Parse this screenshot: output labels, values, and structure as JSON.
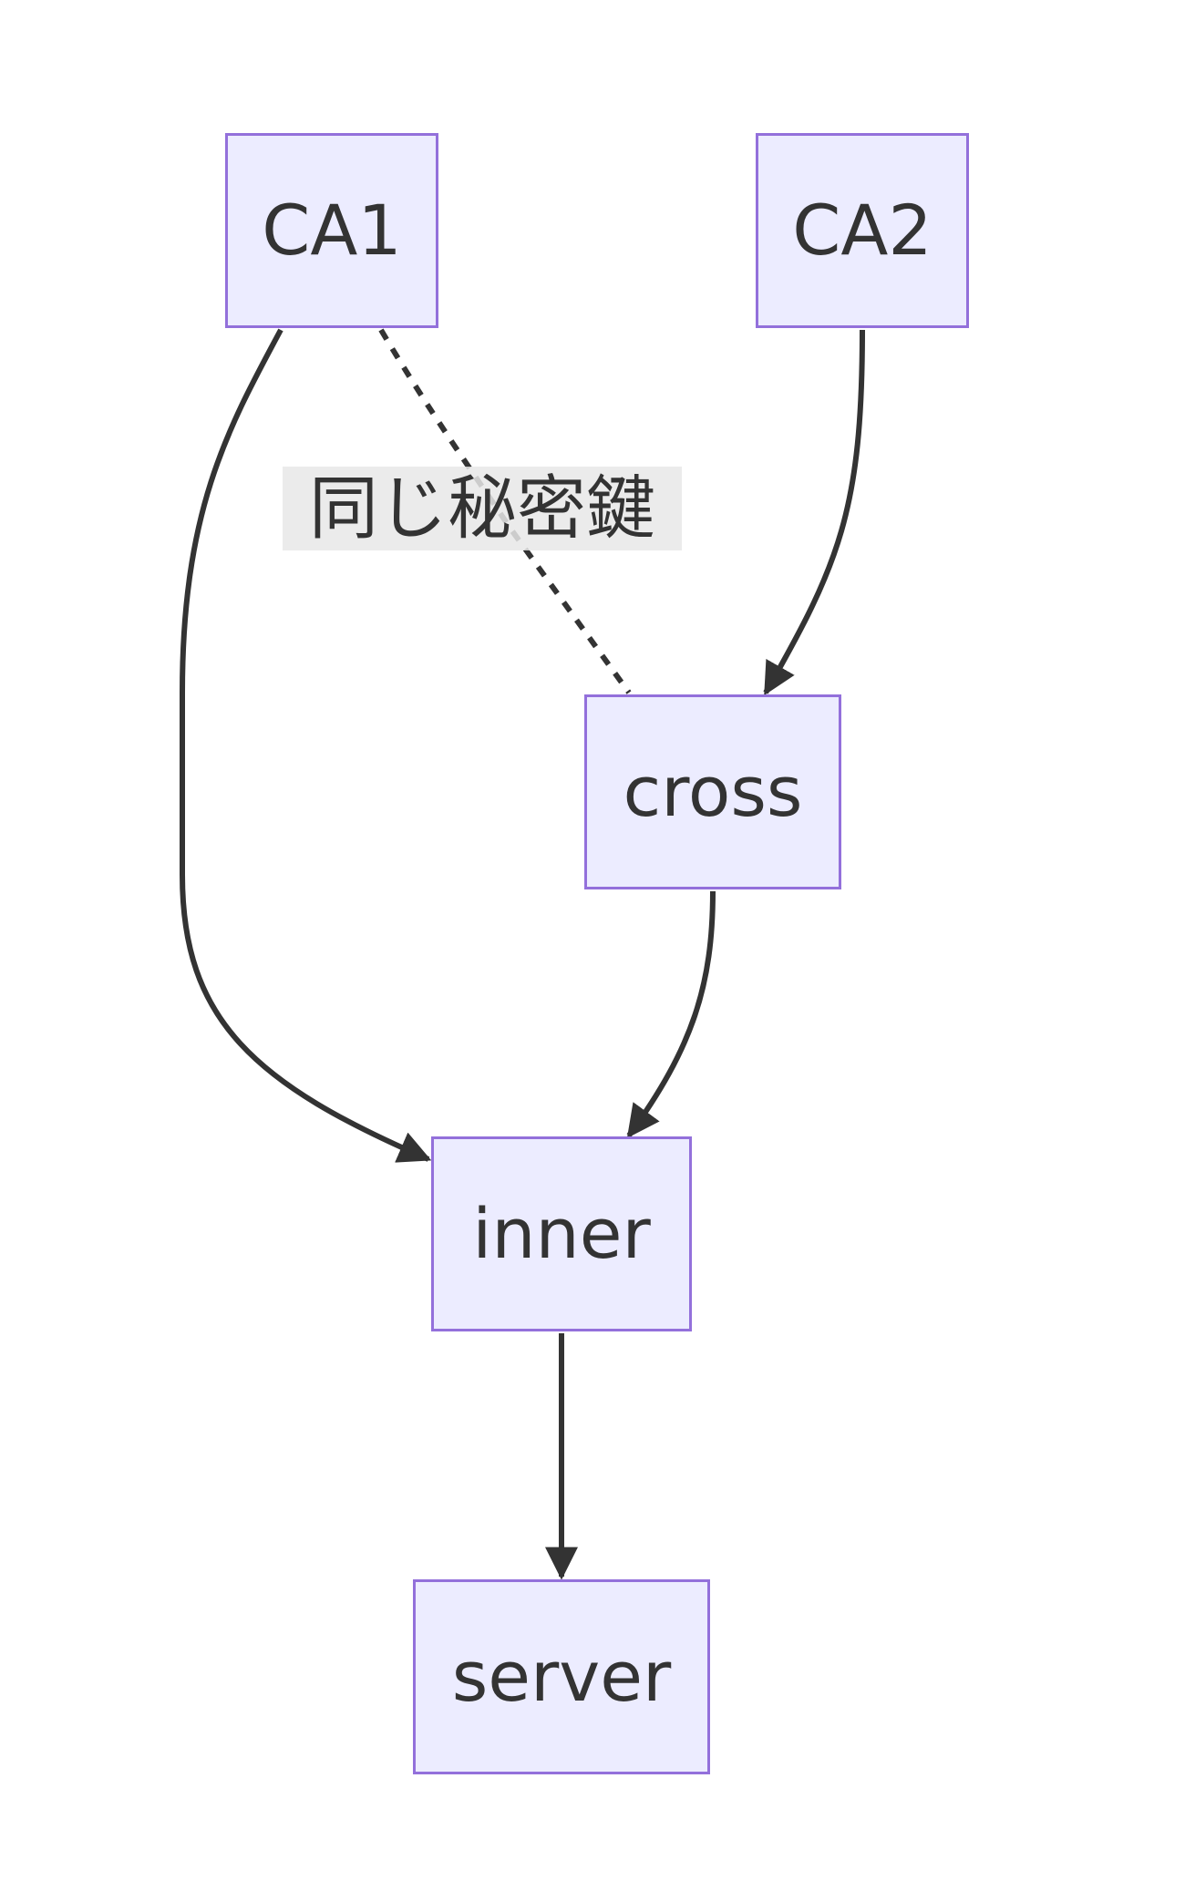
{
  "diagram": {
    "nodes": {
      "ca1": "CA1",
      "ca2": "CA2",
      "cross": "cross",
      "inner": "inner",
      "server": "server"
    },
    "edges": [
      {
        "from": "CA1",
        "to": "inner",
        "style": "solid",
        "arrow": true
      },
      {
        "from": "CA1",
        "to": "cross",
        "style": "dotted",
        "arrow": false,
        "label": "同じ秘密鍵"
      },
      {
        "from": "CA2",
        "to": "cross",
        "style": "solid",
        "arrow": true
      },
      {
        "from": "cross",
        "to": "inner",
        "style": "solid",
        "arrow": true
      },
      {
        "from": "inner",
        "to": "server",
        "style": "solid",
        "arrow": true
      }
    ],
    "colors": {
      "node_fill": "#ececff",
      "node_border": "#9370db",
      "edge": "#333333",
      "label_bg": "#e8e8e8",
      "text": "#333333"
    }
  }
}
